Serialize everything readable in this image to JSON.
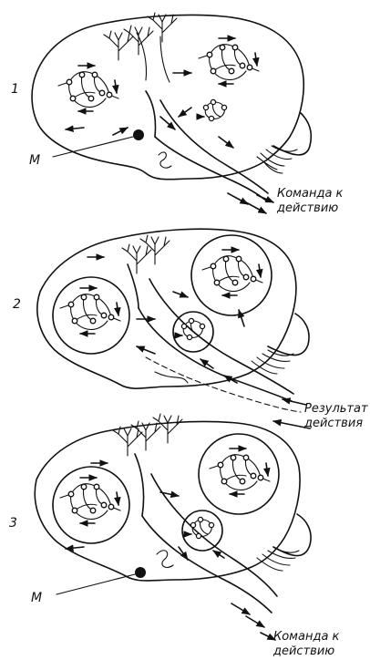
{
  "panels": [
    {
      "number": "1",
      "marker": "М",
      "caption_line1": "Команда к",
      "caption_line2": "действию"
    },
    {
      "number": "2",
      "caption_line1": "Результат",
      "caption_line2": "действия"
    },
    {
      "number": "3",
      "marker": "М",
      "caption_line1": "Команда к",
      "caption_line2": "действию"
    }
  ],
  "colors": {
    "ink": "#111111",
    "paper": "#ffffff"
  }
}
